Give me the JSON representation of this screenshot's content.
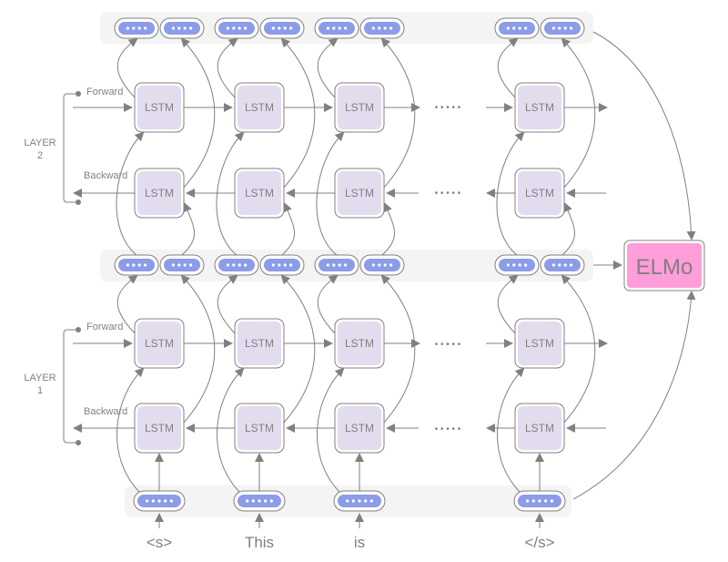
{
  "title": "ELMo bidirectional LSTM architecture",
  "layers": [
    {
      "label_line1": "LAYER",
      "label_line2": "2",
      "forward_label": "Forward",
      "backward_label": "Backward"
    },
    {
      "label_line1": "LAYER",
      "label_line2": "1",
      "forward_label": "Forward",
      "backward_label": "Backward"
    }
  ],
  "cell_label": "LSTM",
  "ellipsis": "• • • • •",
  "tokens": [
    "<s>",
    "This",
    "is",
    "</s>"
  ],
  "output_label": "ELMo",
  "colors": {
    "lstm_fill": "#e3dcef",
    "embedding_fill": "#8c9ce8",
    "elmo_fill": "#ff9ed8",
    "band_fill": "#f4f4f4",
    "line": "#808080"
  }
}
